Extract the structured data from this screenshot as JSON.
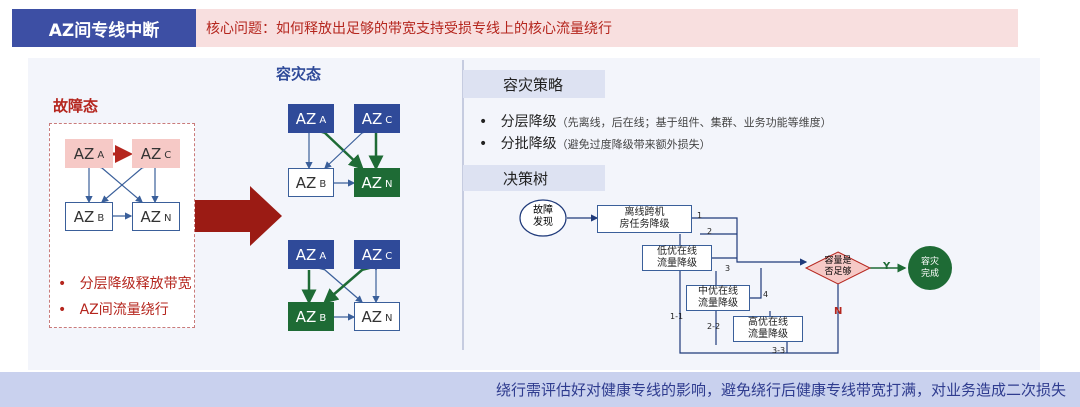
{
  "header": {
    "title": "AZ间专线中断",
    "problem": "核心问题：如何释放出足够的带宽支持受损专线上的核心流量绕行"
  },
  "failed_state": {
    "title": "故障态",
    "az_a": "AZ",
    "az_a_sub": "A",
    "az_c": "AZ",
    "az_c_sub": "C",
    "az_b": "AZ",
    "az_b_sub": "B",
    "az_n": "AZ",
    "az_n_sub": "N",
    "bullets": [
      "分层降级释放带宽",
      "AZ间流量绕行"
    ]
  },
  "dr_state": {
    "title": "容灾态",
    "top": {
      "a": "AZ",
      "a_sub": "A",
      "c": "AZ",
      "c_sub": "C",
      "b": "AZ",
      "b_sub": "B",
      "n": "AZ",
      "n_sub": "N"
    },
    "bottom": {
      "a": "AZ",
      "a_sub": "A",
      "c": "AZ",
      "c_sub": "C",
      "b": "AZ",
      "b_sub": "B",
      "n": "AZ",
      "n_sub": "N"
    }
  },
  "strategy": {
    "title": "容灾策略",
    "items": [
      {
        "label": "分层降级",
        "note": "（先离线，后在线；基于组件、集群、业务功能等维度）"
      },
      {
        "label": "分批降级",
        "note": "（避免过度降级带来额外损失）"
      }
    ]
  },
  "decision_tree": {
    "title": "决策树",
    "start": [
      "故障",
      "发现"
    ],
    "step1": [
      "离线跨机",
      "房任务降级"
    ],
    "step2": [
      "低优在线",
      "流量降级"
    ],
    "step3": [
      "中优在线",
      "流量降级"
    ],
    "step4": [
      "高优在线",
      "流量降级"
    ],
    "check": [
      "容量是",
      "否足够"
    ],
    "done": [
      "容灾",
      "完成"
    ],
    "yes": "Y",
    "no": "N",
    "labels": {
      "l1": "1",
      "l2": "2",
      "l3": "3",
      "l4": "4",
      "l11": "1-1",
      "l22": "2-2",
      "l33": "3-3"
    }
  },
  "footer": "绕行需评估好对健康专线的影响，避免绕行后健康专线带宽打满，对业务造成二次损失",
  "colors": {
    "brand_blue": "#3d4fa4",
    "alert_red": "#b5261e",
    "green": "#1e6b35"
  }
}
